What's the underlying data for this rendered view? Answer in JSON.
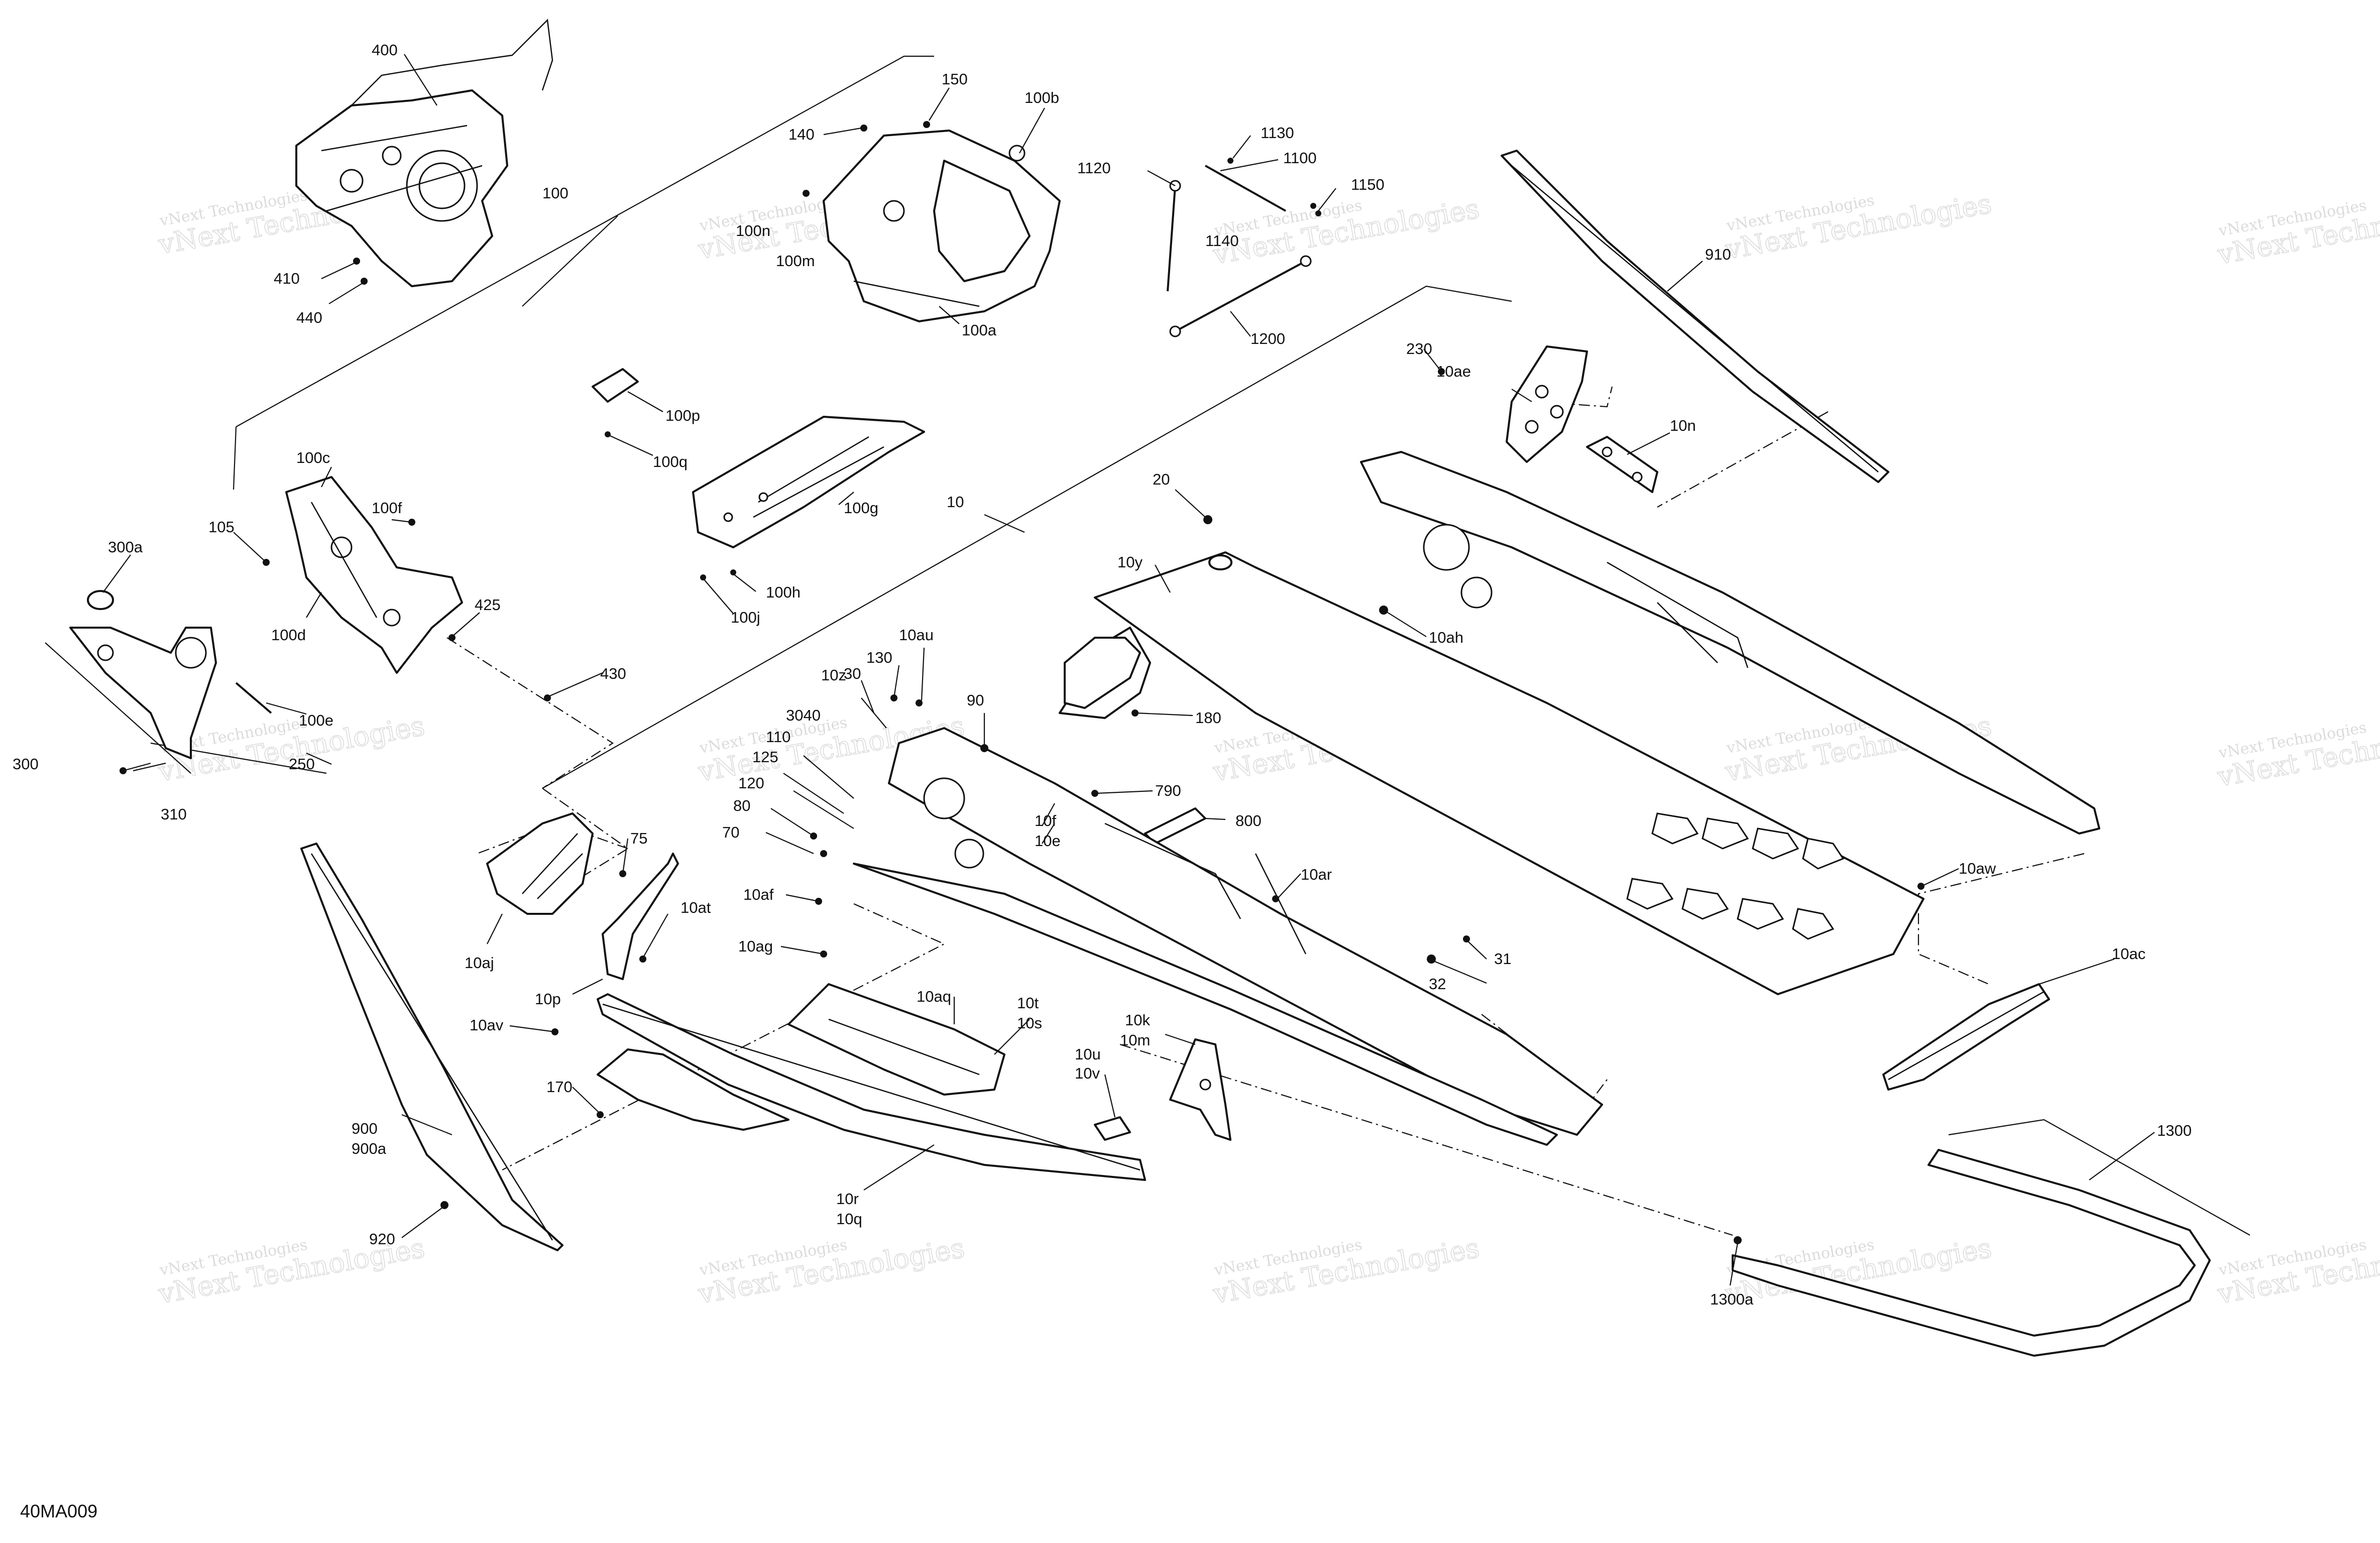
{
  "diagram": {
    "code": "40MA009",
    "watermark": {
      "line1": "vNext Technologies",
      "line2": "vNext Technologies"
    },
    "callouts": [
      "400",
      "150",
      "100b",
      "140",
      "1130",
      "1120",
      "1100",
      "1150",
      "1140",
      "100",
      "100n",
      "100m",
      "100a",
      "910",
      "410",
      "440",
      "1200",
      "230",
      "10ae",
      "10n",
      "100p",
      "100q",
      "100c",
      "100g",
      "20",
      "10",
      "100f",
      "105",
      "300a",
      "425",
      "100d",
      "100h",
      "100j",
      "10y",
      "10ah",
      "430",
      "100e",
      "10au",
      "130",
      "10z",
      "30",
      "3040",
      "90",
      "180",
      "110",
      "125",
      "120",
      "250",
      "300",
      "310",
      "790",
      "80",
      "10f",
      "10e",
      "800",
      "75",
      "70",
      "10af",
      "10ar",
      "10aw",
      "10at",
      "10aj",
      "10ag",
      "31",
      "32",
      "10ac",
      "10p",
      "10aq",
      "10t",
      "10s",
      "10av",
      "10k",
      "10m",
      "10u",
      "10v",
      "170",
      "900",
      "900a",
      "1300",
      "10r",
      "10q",
      "920",
      "1300a"
    ]
  }
}
